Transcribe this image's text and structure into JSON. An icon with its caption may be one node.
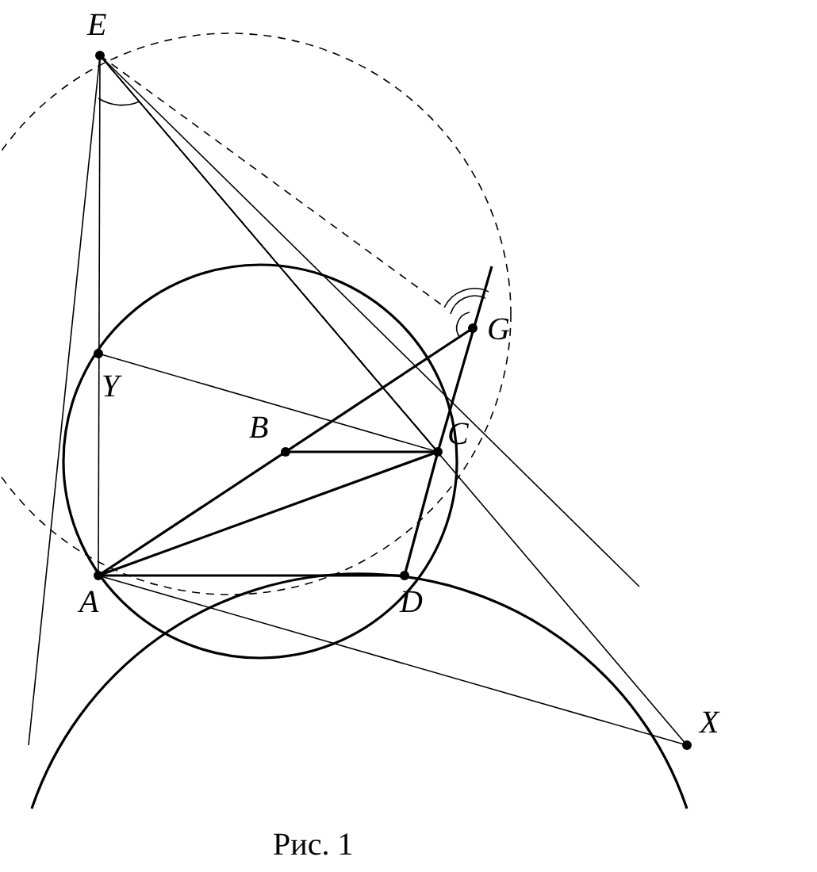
{
  "diagram": {
    "caption": "Рис. 1",
    "labels": [
      "E",
      "G",
      "Y",
      "B",
      "C",
      "A",
      "D",
      "X"
    ]
  }
}
